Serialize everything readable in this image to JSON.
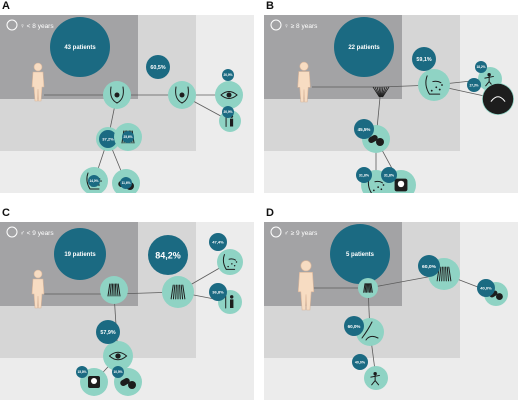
{
  "colors": {
    "outer_bg": "#ececec",
    "mid_bg": "#d6d6d6",
    "inner_bg": "#a3a3a5",
    "teal_dark": "#1b6a82",
    "mint": "#8fd3c4",
    "connector": "#5b5b5b",
    "figure": "#f7dcc2",
    "figure_line": "#d9b59a",
    "pct_text": "#ffffff"
  },
  "panels": [
    {
      "label": "A",
      "group": "♀ < 8 years",
      "sex_icon": "female-symbol",
      "main_count": "43 patients",
      "stats": [
        {
          "value": "60,5%",
          "icon": "breast-development-icon"
        },
        {
          "value": "20,9%",
          "icon": "eye-icon"
        },
        {
          "value": "20,9%",
          "icon": "tall-stature-icon"
        },
        {
          "value": "37,2%",
          "icon": "scale-weight-icon"
        },
        {
          "value": "25,6%",
          "icon": "pubic-hair-icon"
        },
        {
          "value": "14,0%",
          "icon": "acne-face-icon"
        },
        {
          "value": "11,6%",
          "icon": "pills-icon"
        }
      ]
    },
    {
      "label": "B",
      "group": "♀ ≥ 8 years",
      "sex_icon": "female-symbol",
      "main_count": "22 patients",
      "stats": [
        {
          "value": "59,1%",
          "icon": "acne-face-icon"
        },
        {
          "value": "18,2%",
          "icon": "mood-icon"
        },
        {
          "value": "27,3%",
          "icon": "sleep-icon"
        },
        {
          "value": "45,5%",
          "icon": "pills-icon"
        },
        {
          "value": "31,8%",
          "icon": "acne-face-icon"
        },
        {
          "value": "31,8%",
          "icon": "scale-weight-icon"
        }
      ]
    },
    {
      "label": "C",
      "group": "♂ < 9 years",
      "sex_icon": "male-symbol",
      "main_count": "19 patients",
      "stats": [
        {
          "value": "84,2%",
          "icon": "pubic-hair-icon"
        },
        {
          "value": "47,4%",
          "icon": "acne-face-icon"
        },
        {
          "value": "36,8%",
          "icon": "tall-stature-icon"
        },
        {
          "value": "57,9%",
          "icon": "eye-icon"
        },
        {
          "value": "15,8%",
          "icon": "scale-weight-icon"
        },
        {
          "value": "10,5%",
          "icon": "pills-icon"
        }
      ]
    },
    {
      "label": "D",
      "group": "♂ ≥ 9 years",
      "sex_icon": "male-symbol",
      "main_count": "5 patients",
      "stats": [
        {
          "value": "60,0%",
          "icon": "pubic-hair-icon"
        },
        {
          "value": "40,0%",
          "icon": "pills-icon"
        },
        {
          "value": "60,0%",
          "icon": "armpit-icon"
        },
        {
          "value": "40,0%",
          "icon": "mood-icon"
        }
      ]
    }
  ]
}
